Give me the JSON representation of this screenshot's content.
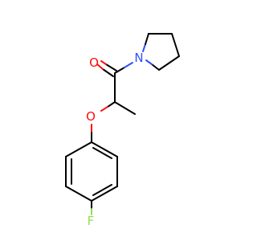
{
  "molecule": {
    "atoms": [
      {
        "symbol": "O",
        "color": "#ff0d0d"
      },
      {
        "symbol": "N",
        "color": "#3050f8"
      },
      {
        "symbol": "O",
        "color": "#ff0d0d"
      },
      {
        "symbol": "F",
        "color": "#90e050"
      }
    ],
    "bond_color": "#000000"
  }
}
